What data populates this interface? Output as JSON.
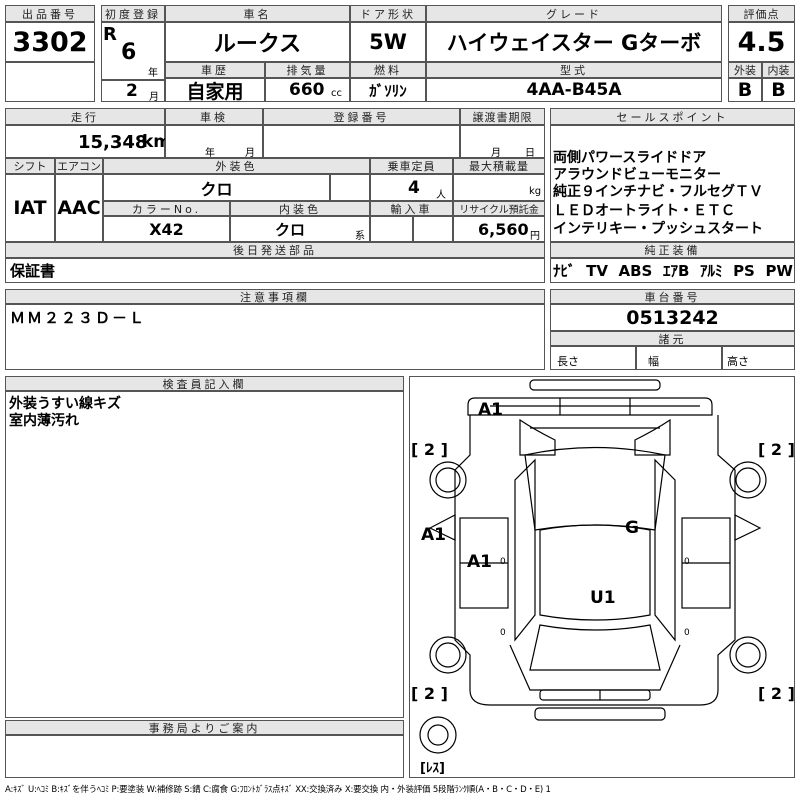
{
  "header": {
    "lot_label": "出品番号",
    "lot": "3302",
    "first_reg_label": "初度登録",
    "era": "R",
    "year": "6",
    "year_unit": "年",
    "month": "2",
    "month_unit": "月",
    "car_name_label": "車名",
    "car_name": "ルークス",
    "door_label": "ドア形状",
    "door": "5W",
    "grade_label": "グレード",
    "grade": "ハイウェイスター Gターボ",
    "score_label": "評価点",
    "score": "4.5",
    "history_label": "車歴",
    "history": "自家用",
    "displacement_label": "排気量",
    "displacement": "660",
    "displacement_unit": "cc",
    "fuel_label": "燃料",
    "fuel": "ｶﾞｿﾘﾝ",
    "model_label": "型式",
    "model": "4AA-B45A",
    "exterior_label": "外装",
    "exterior_score": "B",
    "interior_label": "内装",
    "interior_score": "B"
  },
  "row2": {
    "mileage_label": "走行",
    "mileage": "15,348",
    "mileage_unit": "km",
    "inspection_label": "車検",
    "inspection_year_unit": "年",
    "inspection_month_unit": "月",
    "reg_no_label": "登録番号",
    "transfer_label": "譲渡書期限",
    "transfer_month_unit": "月",
    "transfer_day_unit": "日",
    "shift_label": "シフト",
    "shift": "IAT",
    "ac_label": "エアコン",
    "ac": "AAC",
    "ext_color_label": "外装色",
    "ext_color": "クロ",
    "capacity_label": "乗車定員",
    "capacity": "4",
    "capacity_unit": "人",
    "max_load_label": "最大積載量",
    "max_load_unit": "kg",
    "color_no_label": "カラーNo.",
    "color_no": "X42",
    "int_color_label": "内装色",
    "int_color": "クロ",
    "int_color_unit": "系",
    "import_label": "輸入車",
    "recycle_label": "リサイクル預託金",
    "recycle": "6,560",
    "recycle_unit": "円",
    "later_parts_label": "後日発送部品",
    "later_parts": "保証書"
  },
  "sales": {
    "label": "セールスポイント",
    "lines": [
      "両側パワースライドドア",
      "アラウンドビューモニター",
      "純正９インチナビ・フルセグＴＶ",
      "ＬＥＤオートライト・ＥＴＣ",
      "インテリキー・プッシュスタート"
    ],
    "equip_label": "純正装備",
    "equip": [
      "ﾅﾋﾞ",
      "TV",
      "ABS",
      "ｴｱB",
      "ｱﾙﾐ",
      "PS",
      "PW"
    ]
  },
  "notes": {
    "label": "注意事項欄",
    "text": "ＭＭ２２３Ｄ－Ｌ"
  },
  "chassis": {
    "label": "車台番号",
    "value": "0513242",
    "spec_label": "諸元",
    "length": "長さ",
    "width": "幅",
    "height": "高さ"
  },
  "inspector": {
    "label": "検査員記入欄",
    "lines": [
      "外装うすい線キズ",
      "室内薄汚れ"
    ]
  },
  "office": {
    "label": "事務局よりご案内"
  },
  "diagram": {
    "marks": [
      {
        "id": "front-a1",
        "text": "A1"
      },
      {
        "id": "left-door-a1",
        "text": "A1"
      },
      {
        "id": "hood-a1",
        "text": "A1"
      },
      {
        "id": "glass-g",
        "text": "G"
      },
      {
        "id": "roof-u1",
        "text": "U1"
      }
    ],
    "tire_counts": {
      "fl": "[ 2 ]",
      "fr": "[ 2 ]",
      "rl": "[ 2 ]",
      "rr": "[ 2 ]"
    },
    "spare": "[ﾚｽ]"
  },
  "legend": "A:ｷｽﾞ U:ﾍｺﾐ B:ｷｽﾞを伴うﾍｺﾐ P:要塗装 W:補修跡 S:錆 C:腐食 G:ﾌﾛﾝﾄｶﾞﾗｽ点ｷｽﾞ XX:交換済み X:要交換 内・外装評価 5段階ﾗﾝｸ順(A・B・C・D・E) 1"
}
